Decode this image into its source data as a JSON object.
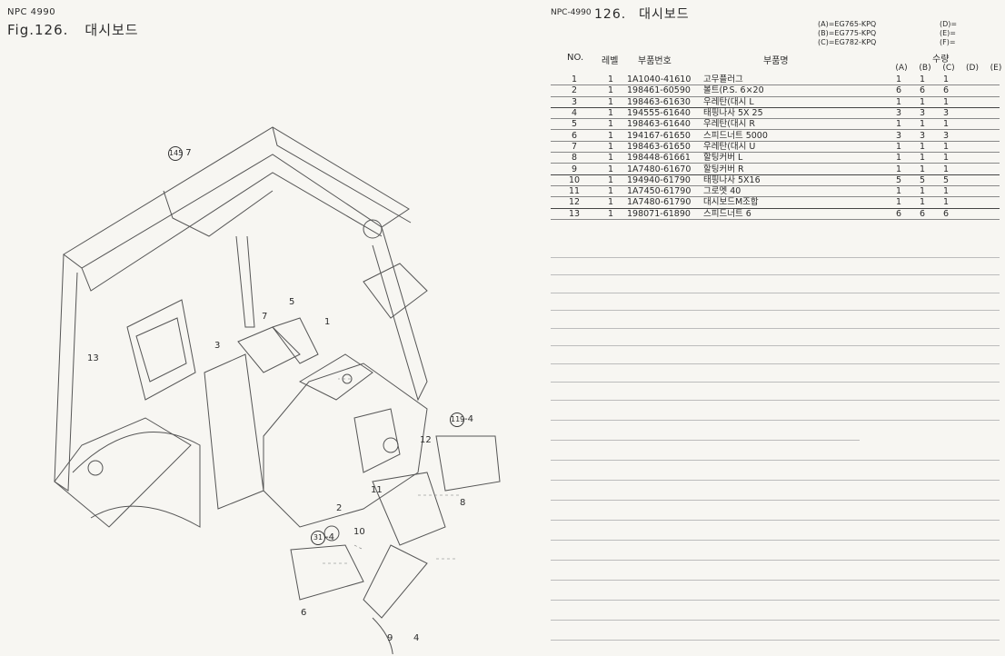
{
  "left": {
    "model_code": "NPC 4990",
    "fig_label": "Fig.126.",
    "fig_name": "대시보드",
    "callouts": {
      "c1": "1",
      "c2": "2",
      "c3": "3",
      "c4": "4",
      "c5": "5",
      "c6": "6",
      "c7": "7",
      "c8": "8",
      "c9": "9",
      "c10": "10",
      "c11": "11",
      "c12": "12",
      "c13": "13",
      "ref145": "145",
      "ref145_n": "7",
      "ref119": "119",
      "ref119_n": "-4",
      "ref31": "31",
      "ref31_n": "-4"
    }
  },
  "right": {
    "model_code": "NPC-4990",
    "fig_number": "126.",
    "fig_name": "대시보드",
    "variants": [
      "(A)=EG765-KPQ",
      "(B)=EG775-KPQ",
      "(C)=EG782-KPQ"
    ],
    "variants_empty": [
      "(D)=",
      "(E)=",
      "(F)="
    ],
    "headers": {
      "no": "NO.",
      "level": "레벨",
      "part_no": "부품번호",
      "part_name": "부품명",
      "qty": "수량",
      "qty_cols": [
        "(A)",
        "(B)",
        "(C)",
        "(D)",
        "(E)"
      ]
    },
    "rows": [
      {
        "no": "1",
        "lv": "1",
        "pn": "1A1040-41610",
        "nm": "고무플러그",
        "a": "1",
        "b": "1",
        "c": "1"
      },
      {
        "no": "2",
        "lv": "1",
        "pn": "198461-60590",
        "nm": "볼트(P.S. 6×20",
        "a": "6",
        "b": "6",
        "c": "6"
      },
      {
        "no": "3",
        "lv": "1",
        "pn": "198463-61630",
        "nm": "우레탄(대시 L",
        "a": "1",
        "b": "1",
        "c": "1"
      },
      {
        "no": "4",
        "lv": "1",
        "pn": "194555-61640",
        "nm": "태핑나사 5X 25",
        "a": "3",
        "b": "3",
        "c": "3"
      },
      {
        "no": "5",
        "lv": "1",
        "pn": "198463-61640",
        "nm": "우레탄(대시 R",
        "a": "1",
        "b": "1",
        "c": "1"
      },
      {
        "no": "6",
        "lv": "1",
        "pn": "194167-61650",
        "nm": "스피드너트 5000",
        "a": "3",
        "b": "3",
        "c": "3"
      },
      {
        "no": "7",
        "lv": "1",
        "pn": "198463-61650",
        "nm": "우레탄(대시 U",
        "a": "1",
        "b": "1",
        "c": "1"
      },
      {
        "no": "8",
        "lv": "1",
        "pn": "198448-61661",
        "nm": "할팅커버 L",
        "a": "1",
        "b": "1",
        "c": "1"
      },
      {
        "no": "9",
        "lv": "1",
        "pn": "1A7480-61670",
        "nm": "할팅커버 R",
        "a": "1",
        "b": "1",
        "c": "1"
      },
      {
        "no": "10",
        "lv": "1",
        "pn": "194940-61790",
        "nm": "태핑나사 5X16",
        "a": "5",
        "b": "5",
        "c": "5"
      },
      {
        "no": "11",
        "lv": "1",
        "pn": "1A7450-61790",
        "nm": "그로멧 40",
        "a": "1",
        "b": "1",
        "c": "1"
      },
      {
        "no": "12",
        "lv": "1",
        "pn": "1A7480-61790",
        "nm": "대시보드M조합",
        "a": "1",
        "b": "1",
        "c": "1"
      },
      {
        "no": "13",
        "lv": "1",
        "pn": "198071-61890",
        "nm": "스피드너트 6",
        "a": "6",
        "b": "6",
        "c": "6"
      }
    ]
  }
}
